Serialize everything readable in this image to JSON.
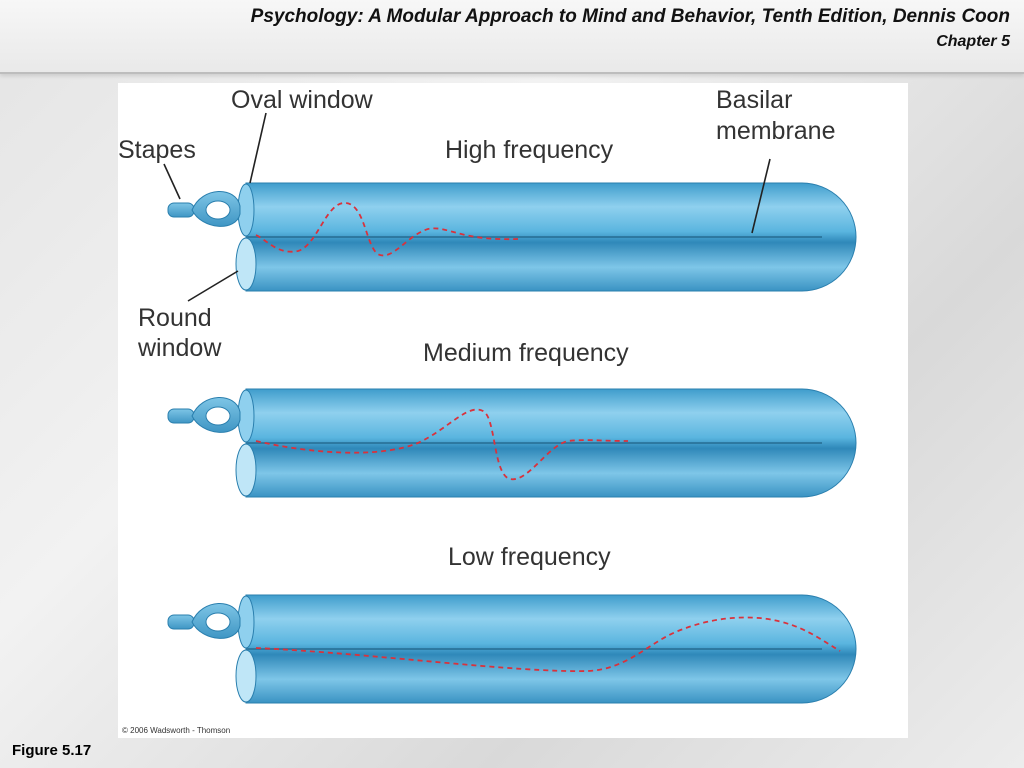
{
  "header": {
    "title": "Psychology: A Modular Approach to Mind and Behavior, Tenth Edition, Dennis Coon",
    "chapter": "Chapter 5"
  },
  "figure": {
    "labels": {
      "oval_window": "Oval window",
      "stapes": "Stapes",
      "basilar": "Basilar",
      "membrane": "membrane",
      "round": "Round",
      "window": "window"
    },
    "panels": [
      {
        "label": "High frequency"
      },
      {
        "label": "Medium frequency"
      },
      {
        "label": "Low frequency"
      }
    ],
    "copyright": "© 2006 Wadsworth - Thomson",
    "colors": {
      "tube": "#5cb6de",
      "tube_dark": "#2f8bbd",
      "wave": "#d9323c"
    }
  },
  "footer": {
    "figure_label": "Figure 5.17"
  }
}
